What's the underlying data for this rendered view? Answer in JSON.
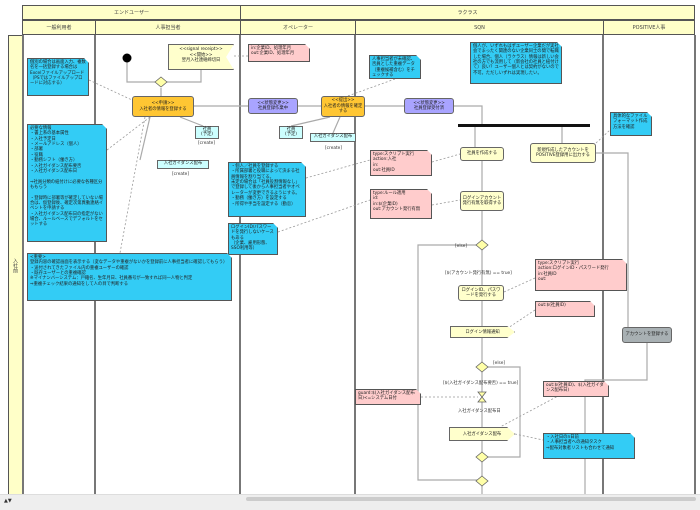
{
  "swimlanes": {
    "groups": [
      "エンドユーザー",
      "ラクラス"
    ],
    "lanes": [
      "一般利用者",
      "人事担当者",
      "オペレーター",
      "SQN",
      "POSITIVE人事"
    ],
    "phase": "入社前"
  },
  "signal_receipt": "<<signal receipt>>\n<<開始>>\n翌月入社連絡締切日",
  "actions": {
    "register": "<<申請>>\n入社者の情報を登録する",
    "status1": "<<状態変更>>\n社員登録作業中",
    "confirm": "<<提出>>\n入社者の情報を確定する",
    "status2": "<<状態変更>>\n社員登録受付済",
    "create_employee": "社員を作成する",
    "get_account_flag": "ログインアカウント発行有無を取得する",
    "export_account": "新規作成したアカウントをPOSITIVE登録用に出力する",
    "issue_login": "ログインID、パスワードを発行する",
    "login_notify": "ログイン情報通知",
    "register_account": "アカウントを登録する",
    "guidance_send": "入社ガイダンス配布"
  },
  "objects": {
    "employee1": "社員\n(予定)",
    "guidance1": "入社ガイダンス配布",
    "employee2": "社員\n(予定)",
    "guidance2": "入社ガイダンス配布",
    "create": "[create]"
  },
  "notes": {
    "pink_in_out": "in:企業ID、処理年月\nout:企業ID、処理年月",
    "blue_upload": "個別の場合は画面入力、複数名を一括登録する場合はExcelファイルアップロード（PSではファイルアップロードに対応する）",
    "blue_required": "必要な情報\n・書上系の基本属性\n・入社予定日\n・メールアドレス（個人）\n・部署\n・役職\n・勤務シフト（働き方）\n・入社ガイダンス配布要否\n・入社ガイダンス配布日\n\n⇒社員分類の紐付けに必要な各種区分ももらう\n\n・登録時に部署等が確定していない場合は、仮登録後、確定次第異動連絡イベントを申請する\n・入社ガイダンス配布日の指定がない場合、ルールベースでデフォルトをセットする",
    "blue_duplicate_check": "人事担当者が未確認、否員とした重複データ（重複候補含む）をチェックする",
    "blue_personal": "個人が、いずれもはずユーザー企業だが実社会でまったく関連のない企業同士の間で転職した場合、個人（ラクラス）情報は新しい会社の方でも流用して（新会社の社員と紐付けて）良い？ユーザー個人とは契約がないので不可。ただしいずれは実現したい。",
    "blue_file_format": "具体的なファイルフォーマット作成方法を確認",
    "blue_register_person": "・個人／社員を登録する\n・所属部署と役職によって決まる社員情報を割り当てる。\n未定の場合は「社員役割情報なし」で登録して後から人事担当者やオペレーターが変更できるようにする。\n・勤務（働き方）を設定する\n・所得や手当を設定する（勤怠）",
    "blue_login_case": "ログインID/パスワードを発行しないケースもある\n（企業、雇用形態、SSO利用等）",
    "pink_script_join": "type:スクリプト実行\naction:入社\nin:\nout:社員ID",
    "pink_rule": "type:ルール適用\nid:\nin:$(企業ID)\nout:アカウント発行有無",
    "blue_important": "<重要>\n登録内容の確認画面を表示する（変なデータや重複がないかを登録前に人事担当者に確認してもらう）\n・送付されてきたファイル内の重複ユーザーの確認\n・既存ユーザーとの重複確認\n※マイナンバーシステム：戸籍名、生年月日、社員番号が一致すれば同一人物と判定\n⇒重複チェック結果の通知をして人の目で判断する",
    "pink_script_login": "type:スクリプト実行\naction:ログインID・パスワード発行\nin:社員ID\nout:",
    "pink_out_emp": "out:$(社員ID)",
    "pink_guard": "guard:$(入社ガイダンス配布日)<=システム日付",
    "pink_out_guidance": "out:$(社員ID)、$(入社ガイダンス配布日)",
    "blue_notify": "・入社日のn日前\n・人事担当者への通知タスク\n⇒配布対象者リストも合わせて通知"
  },
  "guards": {
    "else1": "[else]",
    "account_true": "[$(アカウント発行有無) == true]",
    "else2": "[else]",
    "guidance_true": "[$(入社ガイダンス配布要否) == true]",
    "timer": "入社ガイダンス配布日"
  },
  "colors": {
    "lane_header": "#ffffc8",
    "note_blue": "#33ccf5",
    "note_pink": "#ffcccc",
    "action_orange": "#ffc633",
    "action_purple": "#a9a4ff",
    "action_yellow": "#ffffcc",
    "action_gray": "#a8b0b3"
  }
}
